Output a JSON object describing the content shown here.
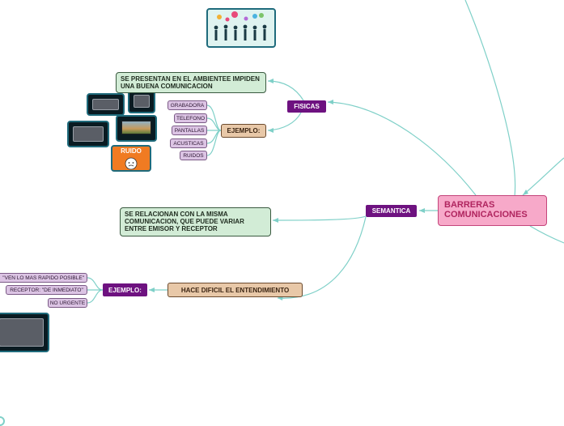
{
  "root": {
    "label": "BARRERAS COMUNICACIONES"
  },
  "fisicas": {
    "label": "FISICAS",
    "description": "SE PRESENTAN EN EL AMBIENTEE IMPIDEN UNA BUENA COMUNICACION",
    "example_label": "EJEMPLO:",
    "examples": [
      "GRABADORA",
      "TELEFONO",
      "PANTALLAS",
      "ACUSTICAS",
      "RUIDOS"
    ],
    "ruido_image_label": "RUIDO"
  },
  "semantica": {
    "label": "SEMANTICA",
    "description": "SE RELACIONAN CON LA MISMA COMUNICACION, QUE PUEDE VARIAR ENTRE EMISOR Y RECEPTOR",
    "effect": "HACE DIFICIL EL ENTENDIMIENTO",
    "example_label": "EJEMPLO:",
    "examples": [
      "\"VEN LO MAS RAPIDO POSIBLE\"",
      "RECEPTOR: \"DE INMEDIATO\"",
      "NO URGENTE"
    ]
  },
  "colors": {
    "connector": "#7fd0c8",
    "root_fill": "#f7a9c9",
    "root_text": "#b0255f",
    "category_fill": "#6e1280",
    "description_fill": "#d2ecd6",
    "example_fill": "#e8c8a8",
    "item_fill": "#dcc4e4"
  }
}
